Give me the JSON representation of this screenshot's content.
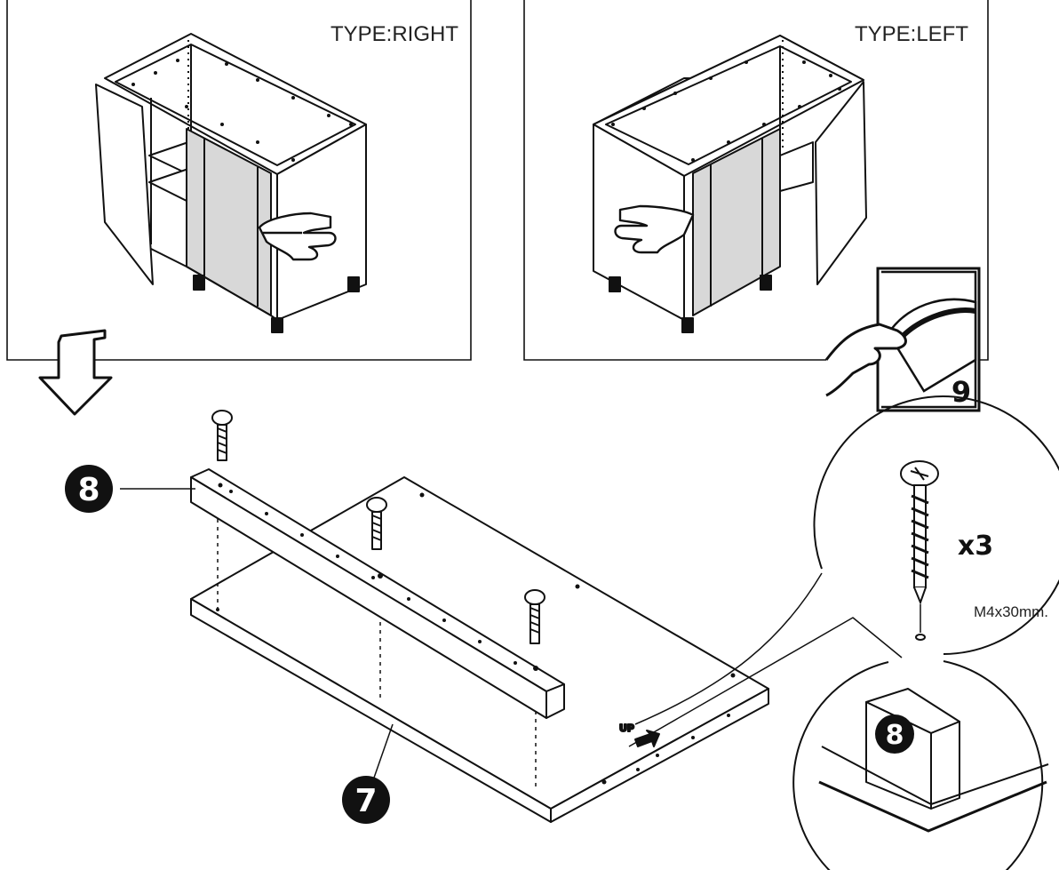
{
  "panels": {
    "right": {
      "label": "TYPE:RIGHT"
    },
    "left": {
      "label": "TYPE:LEFT"
    }
  },
  "page_turn": {
    "number": "9"
  },
  "parts": {
    "rail": {
      "number": "8"
    },
    "base": {
      "number": "7"
    },
    "detail": {
      "number": "8"
    }
  },
  "screw": {
    "quantity": "x3",
    "size": "M4x30mm."
  },
  "orientation": {
    "up_label": "UP"
  },
  "colors": {
    "ink": "#111111",
    "panel_fill": "#d8d8d8",
    "paper": "#ffffff"
  }
}
